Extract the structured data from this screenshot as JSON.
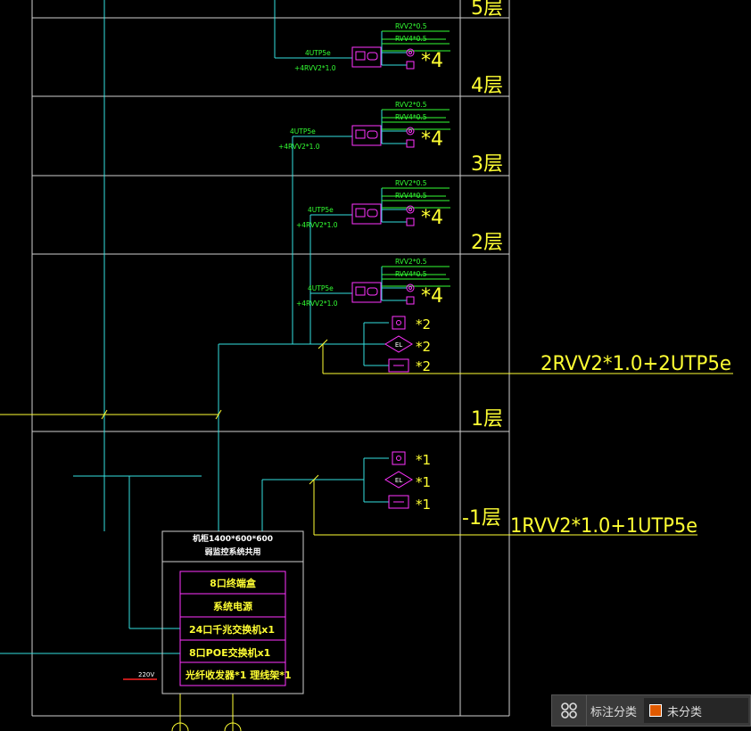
{
  "floors": {
    "f5": "5层",
    "f4": "4层",
    "f3": "3层",
    "f2": "2层",
    "f1": "1层",
    "fm1": "-1层"
  },
  "upper_floor_detail": {
    "rvv2": "RVV2*0.5",
    "rvv4": "RVV4*0.5",
    "utp": "4UTP5e",
    "power": "+4RVV2*1.0",
    "multiplier": "*4"
  },
  "floor1_devices": {
    "m1": "*2",
    "m2": "*2",
    "m3": "*2",
    "el": "EL"
  },
  "floorm1_devices": {
    "m1": "*1",
    "m2": "*1",
    "m3": "*1",
    "el": "EL"
  },
  "annotations": {
    "floor1_cable": "2RVV2*1.0+2UTP5e",
    "floorm1_cable": "1RVV2*1.0+1UTP5e"
  },
  "cabinet": {
    "header1": "机柜1400*600*600",
    "header2": "弱监控系统共用",
    "rows": [
      "8口终端盒",
      "系统电源",
      "24口千兆交换机x1",
      "8口POE交换机x1",
      "光纤收发器*1  理线架*1"
    ]
  },
  "power_label": "220V",
  "panel": {
    "label": "标注分类",
    "value": "未分类",
    "swatch": "#e05a00"
  }
}
